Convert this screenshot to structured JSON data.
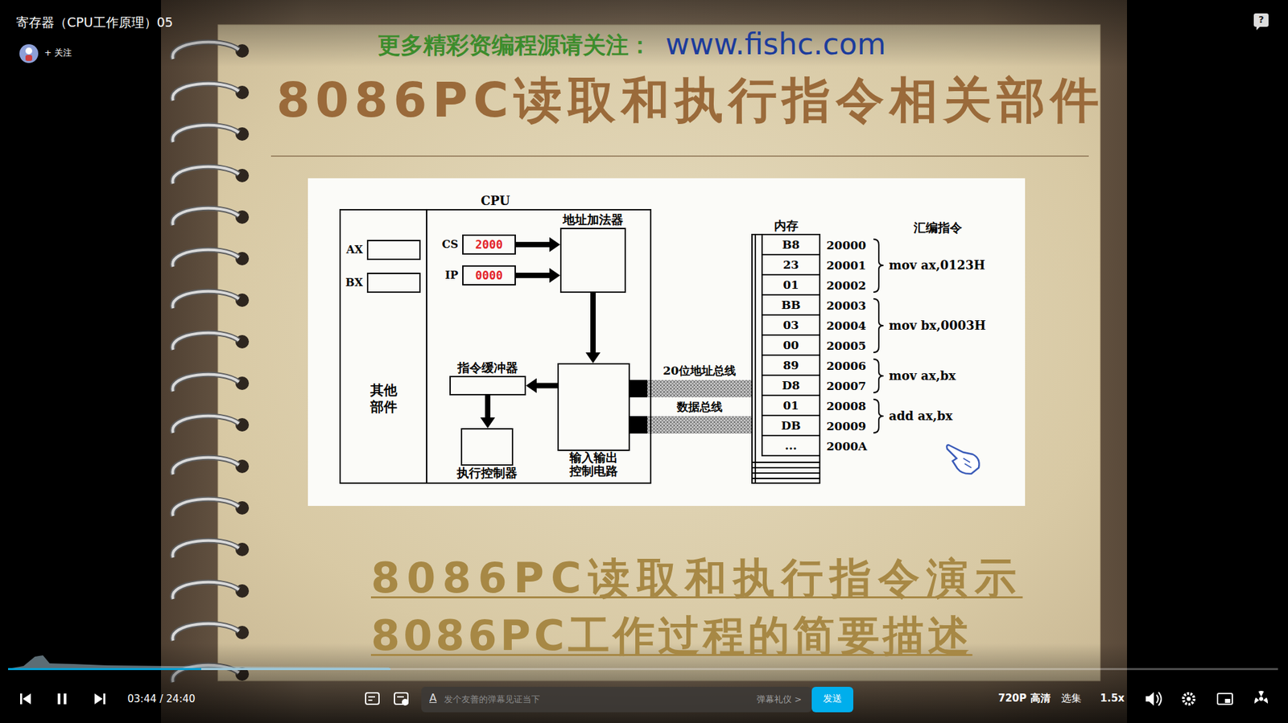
{
  "diagram": {
    "title": "8086PC读取和执行指令相关部件",
    "nodes": [
      {
        "text": [
          "CPU"
        ]
      },
      {
        "text": [
          "其他 部件"
        ],
        "in": 0
      },
      {
        "text": [
          "AX"
        ],
        "in": 1
      },
      {
        "text": [
          "BX"
        ],
        "in": 1
      },
      {
        "text": [
          "CS",
          "2000"
        ],
        "in": 0
      },
      {
        "text": [
          "IP",
          "0000"
        ],
        "in": 0
      },
      {
        "text": [
          "地址加法器"
        ],
        "in": 0
      },
      {
        "text": [
          "指令缓冲器"
        ],
        "in": 0
      },
      {
        "text": [
          "执行控制器"
        ],
        "in": 0
      },
      {
        "text": [
          "输入输出 控制电路"
        ],
        "in": 0
      },
      {
        "text": [
          "内存"
        ]
      },
      {
        "text": [
          "B8"
        ],
        "in": 10
      },
      {
        "text": [
          "23"
        ],
        "in": 10
      },
      {
        "text": [
          "01"
        ],
        "in": 10
      },
      {
        "text": [
          "BB"
        ],
        "in": 10
      },
      {
        "text": [
          "03"
        ],
        "in": 10
      },
      {
        "text": [
          "00"
        ],
        "in": 10
      },
      {
        "text": [
          "89"
        ],
        "in": 10
      },
      {
        "text": [
          "D8"
        ],
        "in": 10
      },
      {
        "text": [
          "01"
        ],
        "in": 10
      },
      {
        "text": [
          "DB"
        ],
        "in": 10
      },
      {
        "text": [
          "..."
        ],
        "in": 10
      }
    ],
    "edges": [
      {
        "from": 4,
        "to": 6,
        "arrow": "to"
      },
      {
        "from": 5,
        "to": 6,
        "arrow": "to"
      },
      {
        "from": 6,
        "to": 9,
        "arrow": "to"
      },
      {
        "from": 9,
        "to": 7,
        "arrow": "to"
      },
      {
        "from": 7,
        "to": 8,
        "arrow": "to"
      },
      {
        "from": 9,
        "to": 10,
        "label": "20位地址总线",
        "arrow": "none"
      },
      {
        "from": 9,
        "to": 10,
        "label": "数据总线",
        "arrow": "none"
      }
    ],
    "labels": [
      "寄存器（CPU工作原理）05",
      "+ 关注",
      "?",
      "更多精彩资编程源请关注：",
      "www.fishc.com",
      "20000",
      "20001",
      "20002",
      "20003",
      "20004",
      "20005",
      "20006",
      "20007",
      "20008",
      "20009",
      "2000A",
      "汇编指令",
      "mov ax,0123H",
      "mov bx,0003H",
      "mov ax,bx",
      "add ax,bx",
      "8086PC读取和执行指令演示",
      "8086PC工作过程的简要描述",
      "03:44 / 24:40",
      "A",
      "发个友善的弹幕见证当下",
      "弹幕礼仪 >",
      "发送",
      "720P 高清",
      "选集",
      "1.5x"
    ]
  }
}
